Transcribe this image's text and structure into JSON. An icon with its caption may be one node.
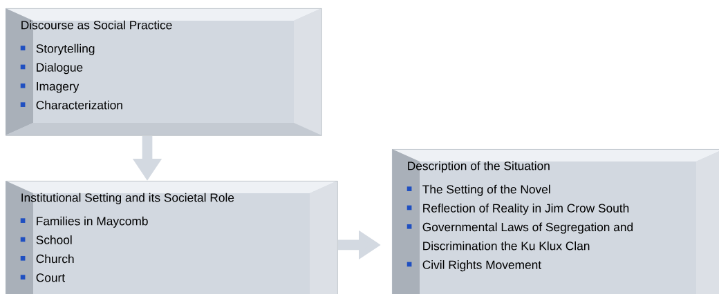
{
  "diagram": {
    "nodes": [
      {
        "text": [
          "Discourse as Social Practice",
          "Storytelling",
          "Dialogue",
          "Imagery",
          "Characterization"
        ]
      },
      {
        "text": [
          "Institutional Setting and its Societal Role",
          "Families in Maycomb",
          "School",
          "Church",
          "Court"
        ]
      },
      {
        "text": [
          "Description of the Situation",
          "The Setting of the Novel",
          "Reflection of Reality in Jim Crow South",
          "Governmental Laws of Segregation and Discrimination the Ku Klux Clan",
          "Civil Rights Movement"
        ]
      }
    ],
    "edges": [
      {
        "from": 0,
        "to": 1,
        "arrow": "to"
      },
      {
        "from": 1,
        "to": 2,
        "arrow": "to"
      }
    ]
  }
}
